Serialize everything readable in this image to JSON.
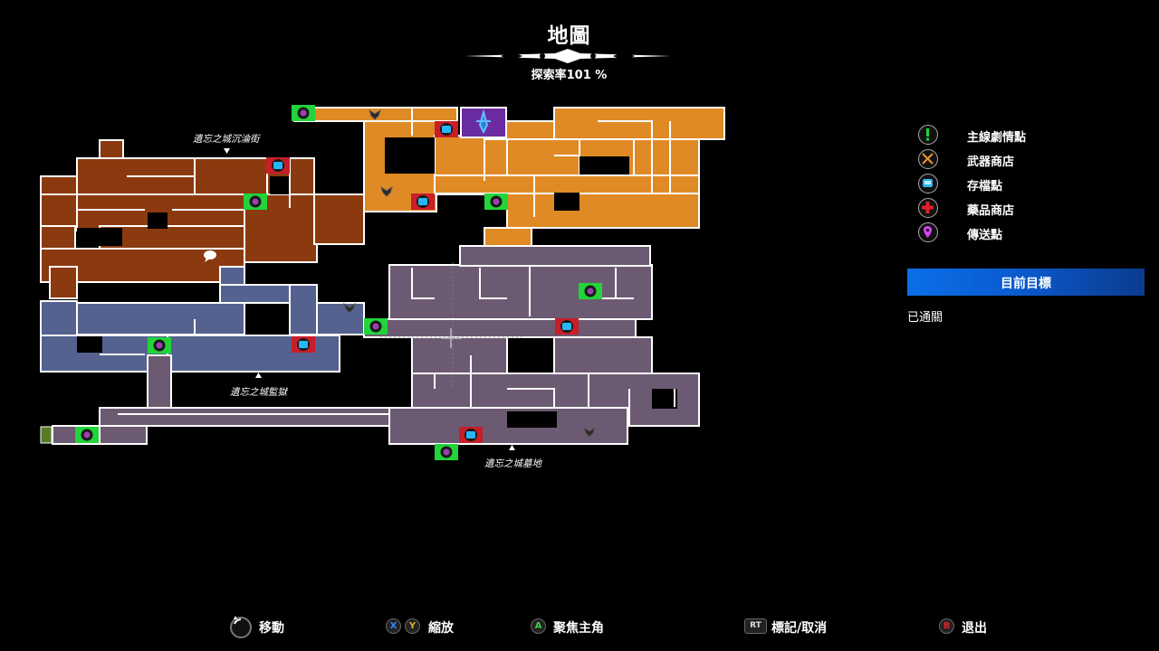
{
  "header": {
    "title": "地圖",
    "exploration": "探索率101 %"
  },
  "map": {
    "labels": {
      "street": "遺忘之城沉淪街",
      "prison": "遺忘之城監獄",
      "cemetery": "遺忘之城墓地"
    },
    "colors": {
      "street": "#8b3a0f",
      "upper": "#e08a25",
      "prison": "#55628f",
      "cemetery": "#6c5a72",
      "boss": "#6a2ca0",
      "exit": "#5a7a28",
      "teleport_frame": "#22d43a",
      "save_frame": "#c81e2a"
    }
  },
  "legend": {
    "items": [
      {
        "icon": "exclamation-icon",
        "label": "主線劇情點",
        "color": "#22d43a"
      },
      {
        "icon": "crossed-swords-icon",
        "label": "武器商店",
        "color": "#e6992b"
      },
      {
        "icon": "save-chair-icon",
        "label": "存檔點",
        "color": "#29b6f6"
      },
      {
        "icon": "red-cross-icon",
        "label": "藥品商店",
        "color": "#e3202a"
      },
      {
        "icon": "teleport-pin-icon",
        "label": "傳送點",
        "color": "#e040fb"
      }
    ]
  },
  "objective": {
    "header": "目前目標",
    "status": "已通關"
  },
  "controls": [
    {
      "label": "移動",
      "buttons": [
        ""
      ]
    },
    {
      "label": "縮放",
      "buttons": [
        "X",
        "Y"
      ]
    },
    {
      "label": "聚焦主角",
      "buttons": [
        "A"
      ]
    },
    {
      "label": "標記/取消",
      "buttons": [
        "RT"
      ]
    },
    {
      "label": "退出",
      "buttons": [
        "B"
      ]
    }
  ]
}
